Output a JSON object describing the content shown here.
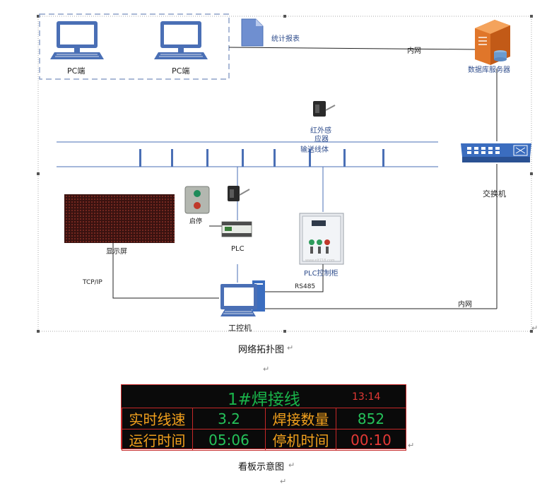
{
  "diagram": {
    "pc1_label": "PC端",
    "pc2_label": "PC端",
    "report_label": "统计报表",
    "intranet_top_label": "内网",
    "db_server_label": "数据库服务器",
    "ir_sensor_label_1": "红外感",
    "ir_sensor_label_2": "应器",
    "conveyor_label": "输送线体",
    "switch_label": "交换机",
    "start_stop_label": "启停",
    "display_label": "显示屏",
    "plc_label": "PLC",
    "plc_cabinet_label": "PLC控制柜",
    "tcpip_label": "TCP/IP",
    "rs485_label": "RS485",
    "intranet_bottom_label": "内网",
    "ipc_label": "工控机",
    "watermark": "www.elt718.com",
    "caption": "网络拓扑图"
  },
  "board": {
    "title": "1#焊接线",
    "time": "13:14",
    "rows": [
      {
        "k1": "实时线速",
        "v1": "3.2",
        "k2": "焊接数量",
        "v2": "852"
      },
      {
        "k1": "运行时间",
        "v1": "05:06",
        "k2": "停机时间",
        "v2": "00:10"
      }
    ],
    "caption": "看板示意图"
  },
  "colors": {
    "line_blue": "#4a6fb5",
    "board_bg": "#0a0a0a",
    "board_border": "#c62828",
    "green": "#25c25a",
    "orange": "#f3a11d",
    "red": "#e53935"
  },
  "marks": {
    "return_mark": "↵"
  }
}
